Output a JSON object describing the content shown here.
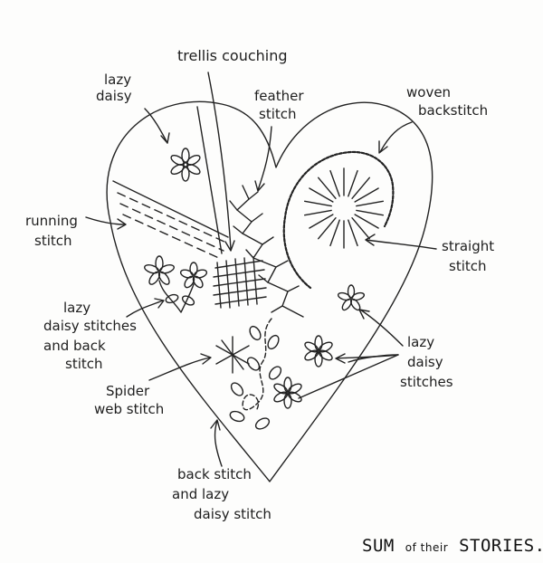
{
  "labels": {
    "trellis_couching": "trellis couching",
    "lazy_daisy_top_1": "lazy",
    "lazy_daisy_top_2": "daisy",
    "feather_stitch_1": "feather",
    "feather_stitch_2": "stitch",
    "woven_backstitch_1": "woven",
    "woven_backstitch_2": "backstitch",
    "running_stitch_1": "running",
    "running_stitch_2": "stitch",
    "straight_stitch_1": "straight",
    "straight_stitch_2": "stitch",
    "lazy_daisy_stitches_back_1": "lazy",
    "lazy_daisy_stitches_back_2": "daisy stitches",
    "lazy_daisy_stitches_back_3": "and back",
    "lazy_daisy_stitches_back_4": "stitch",
    "lazy_daisy_stitches_right_1": "lazy",
    "lazy_daisy_stitches_right_2": "daisy",
    "lazy_daisy_stitches_right_3": "stitches",
    "spider_web_1": "Spider",
    "spider_web_2": "web stitch",
    "back_lazy_1": "back stitch",
    "back_lazy_2": "and lazy",
    "back_lazy_3": "daisy stitch"
  },
  "brand": {
    "sum": "SUM",
    "of_their": "of their",
    "stories": "STORIES.COM"
  }
}
